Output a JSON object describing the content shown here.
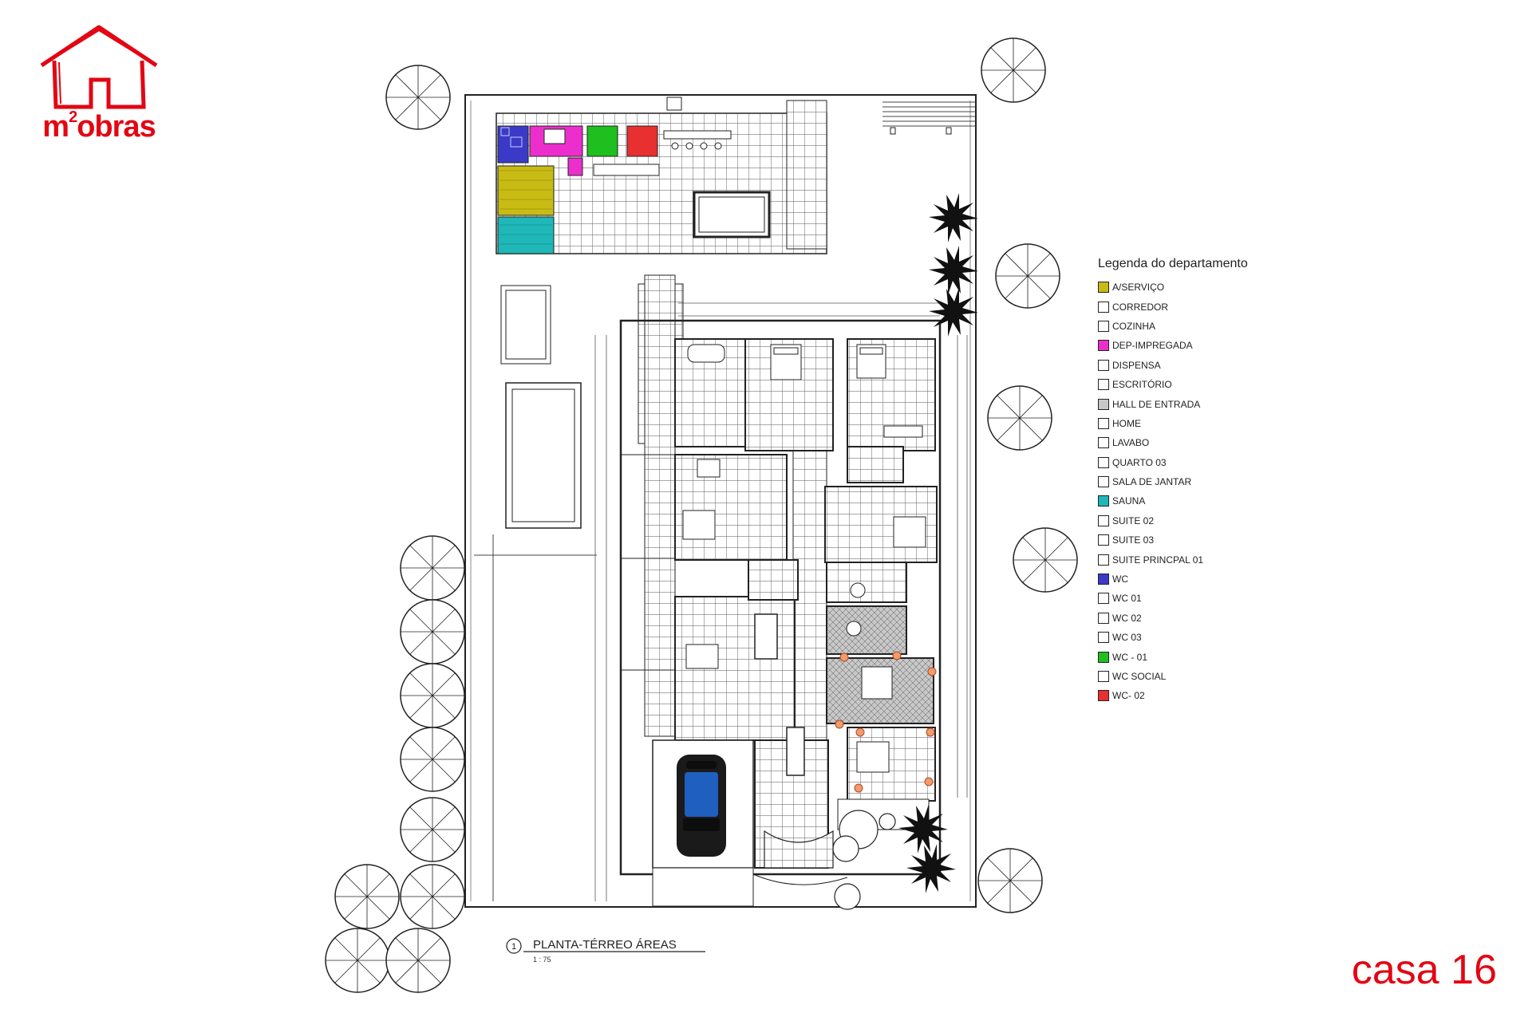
{
  "brand": {
    "logo_text": "m",
    "logo_sup": "2",
    "logo_rest": "obras",
    "color": "#e30613"
  },
  "caption": "casa 16",
  "plan": {
    "view_number": "1",
    "title": "PLANTA-TÉRREO ÁREAS",
    "scale": "1 : 75"
  },
  "legend": {
    "title": "Legenda do departamento",
    "items": [
      {
        "label": "A/SERVIÇO",
        "color": "#c8bb14"
      },
      {
        "label": "CORREDOR",
        "color": "#ffffff"
      },
      {
        "label": "COZINHA",
        "color": "#ffffff"
      },
      {
        "label": "DEP-IMPREGADA",
        "color": "#ec2fcc"
      },
      {
        "label": "DISPENSA",
        "color": "#ffffff"
      },
      {
        "label": "ESCRITÓRIO",
        "color": "#ffffff"
      },
      {
        "label": "HALL DE ENTRADA",
        "color": "#c8c8c8"
      },
      {
        "label": "HOME",
        "color": "#ffffff"
      },
      {
        "label": "LAVABO",
        "color": "#ffffff"
      },
      {
        "label": "QUARTO 03",
        "color": "#ffffff"
      },
      {
        "label": "SALA DE JANTAR",
        "color": "#ffffff"
      },
      {
        "label": "SAUNA",
        "color": "#1fb7b7"
      },
      {
        "label": "SUITE 02",
        "color": "#ffffff"
      },
      {
        "label": "SUITE 03",
        "color": "#ffffff"
      },
      {
        "label": "SUITE PRINCPAL 01",
        "color": "#ffffff"
      },
      {
        "label": "WC",
        "color": "#3a3ac8"
      },
      {
        "label": "WC 01",
        "color": "#ffffff"
      },
      {
        "label": "WC 02",
        "color": "#ffffff"
      },
      {
        "label": "WC 03",
        "color": "#ffffff"
      },
      {
        "label": "WC - 01",
        "color": "#1fbf1f"
      },
      {
        "label": "WC SOCIAL",
        "color": "#ffffff"
      },
      {
        "label": "WC- 02",
        "color": "#e83030"
      }
    ]
  }
}
